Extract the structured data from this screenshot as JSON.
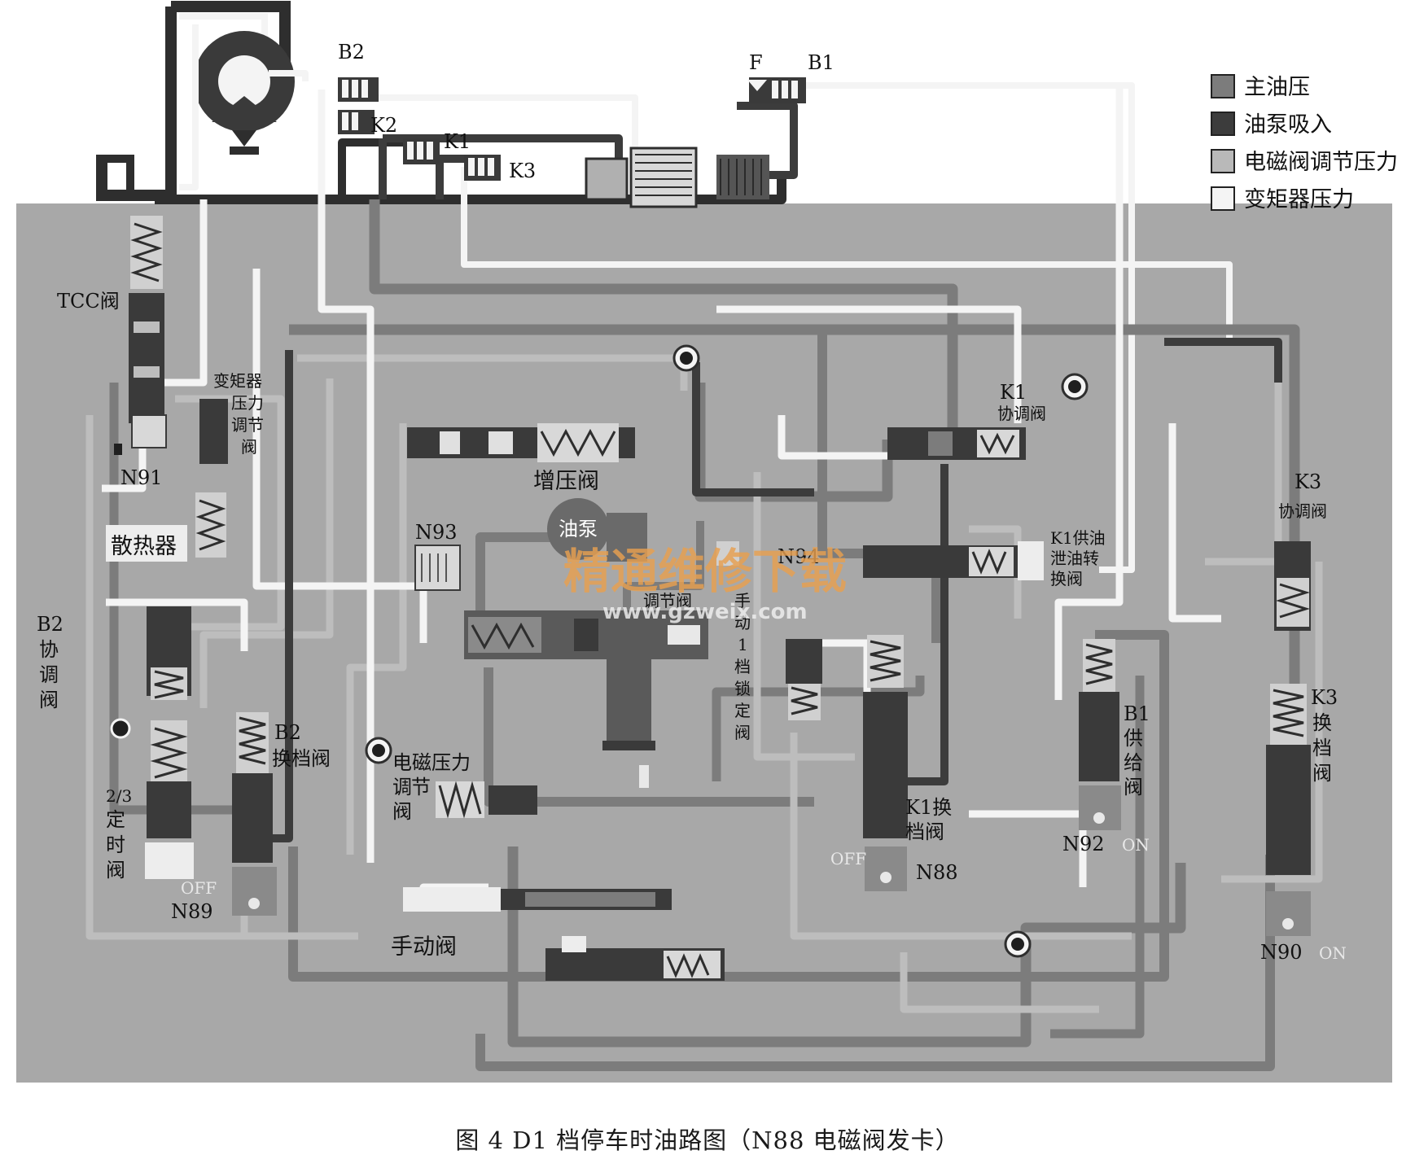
{
  "legend": {
    "items": [
      {
        "label": "主油压",
        "color": "#7c7c7c"
      },
      {
        "label": "油泵吸入",
        "color": "#3c3c3c"
      },
      {
        "label": "电磁阀调节压力",
        "color": "#b9b9b9"
      },
      {
        "label": "变矩器压力",
        "color": "#f4f4f4"
      }
    ]
  },
  "top_labels": {
    "b2": "B2",
    "k2": "K2",
    "k1": "K1",
    "k3": "K3",
    "f": "F",
    "b1": "B1"
  },
  "valves": {
    "tcc": "TCC阀",
    "converter_pressure_1": "变矩器",
    "converter_pressure_2": "压力",
    "converter_pressure_3": "调节",
    "converter_pressure_4": "阀",
    "n91": "N91",
    "radiator": "散热器",
    "boost_valve": "增压阀",
    "oil_pump": "油泵",
    "n93": "N93",
    "n94": "N94",
    "k1_coord_1": "K1",
    "k1_coord_2": "协调阀",
    "k1_supply_1": "K1供油",
    "k1_supply_2": "泄油转",
    "k1_supply_3": "换阀",
    "k3_coord_1": "K3",
    "k3_coord_2": "协调阀",
    "b2_coord_1": "B2",
    "b2_coord_2": "协",
    "b2_coord_3": "调",
    "b2_coord_4": "阀",
    "b2_shift_1": "B2",
    "b2_shift_2": "换档阀",
    "timing_1": "2/3",
    "timing_2": "定",
    "timing_3": "时",
    "timing_4": "阀",
    "n89": "N89",
    "solenoid_pressure_1": "电磁压力",
    "solenoid_pressure_2": "调",
    "solenoid_pressure_3": "节",
    "solenoid_pressure_4": "阀",
    "manual_valve": "手动阀",
    "lock_1": "手",
    "lock_2": "动",
    "lock_3": "1",
    "lock_4": "档",
    "lock_5": "锁",
    "lock_6": "定",
    "lock_7": "阀",
    "k1_shift_1": "K1换",
    "k1_shift_2": "档阀",
    "n88": "N88",
    "b1_supply_1": "B1",
    "b1_supply_2": "供",
    "b1_supply_3": "给",
    "b1_supply_4": "阀",
    "n92": "N92",
    "k3_shift_1": "K3",
    "k3_shift_2": "换",
    "k3_shift_3": "档",
    "k3_shift_4": "阀",
    "n90": "N90",
    "off_label": "OFF",
    "on_label": "ON",
    "partial_label": "调节阀"
  },
  "watermark": {
    "line1": "精通维修下载",
    "line2": "www.gzweix.com"
  },
  "caption": "图 4  D1 档停车时油路图（N88 电磁阀发卡）"
}
